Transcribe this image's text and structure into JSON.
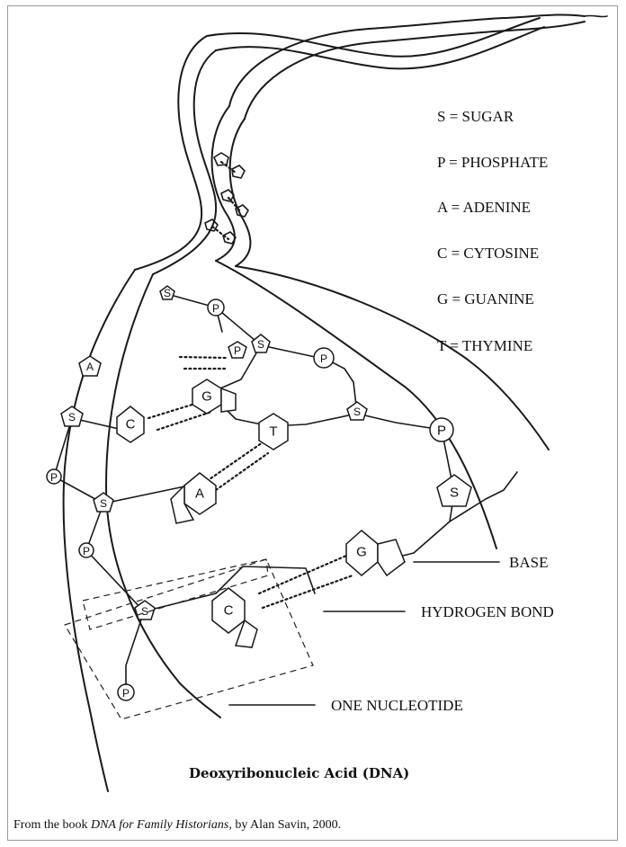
{
  "legend": [
    "S = SUGAR",
    "P = PHOSPHATE",
    "A = ADENINE",
    "C = CYTOSINE",
    "G = GUANINE",
    "T = THYMINE"
  ],
  "callouts": {
    "base": "BASE",
    "hydrogen_bond": "HYDROGEN BOND",
    "one_nucleotide": "ONE NUCLEOTIDE"
  },
  "title": "Deoxyribonucleic Acid (DNA)",
  "credit": {
    "prefix": "From the book ",
    "book_title": "DNA for Family Historians,",
    "suffix": " by Alan Savin, 2000."
  },
  "symbols": {
    "sugar": "S",
    "phosphate": "P",
    "adenine": "A",
    "cytosine": "C",
    "guanine": "G",
    "thymine": "T"
  }
}
